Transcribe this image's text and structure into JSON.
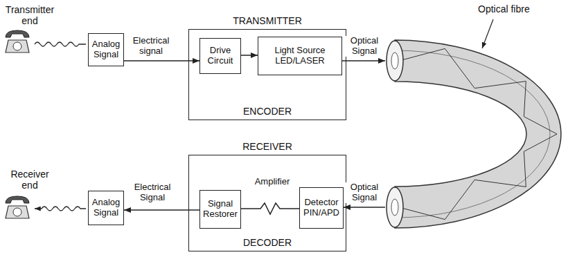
{
  "diagram": {
    "nodes": [
      {
        "text": [
          "TRANSMITTER",
          "ENCODER"
        ]
      },
      {
        "text": [
          "Analog Signal"
        ]
      },
      {
        "text": [
          "Drive Circuit"
        ],
        "in": 0
      },
      {
        "text": [
          "Light Source LED/LASER"
        ],
        "in": 0
      },
      {
        "text": [
          "Optical fibre"
        ]
      },
      {
        "text": [
          "RECEIVER",
          "DECODER"
        ]
      },
      {
        "text": [
          "Signal Restorer"
        ],
        "in": 5
      },
      {
        "text": [
          "Detector PIN/APD"
        ],
        "in": 5
      },
      {
        "text": [
          "Analog Signal"
        ]
      }
    ],
    "edges": [
      {
        "from": 1,
        "to": 2,
        "arrow": "to",
        "label": "Electrical signal"
      },
      {
        "from": 2,
        "to": 3,
        "arrow": "to"
      },
      {
        "from": 3,
        "to": 4,
        "arrow": "to",
        "label": "Optical Signal"
      },
      {
        "from": 4,
        "to": 7,
        "arrow": "to",
        "label": "Optical Signal"
      },
      {
        "from": 7,
        "to": 6,
        "arrow": "none",
        "label": "Amplifier"
      },
      {
        "from": 6,
        "to": 8,
        "arrow": "to",
        "label": "Electrical Signal"
      }
    ],
    "labels": [
      "Transmitter end",
      "Receiver end"
    ]
  }
}
